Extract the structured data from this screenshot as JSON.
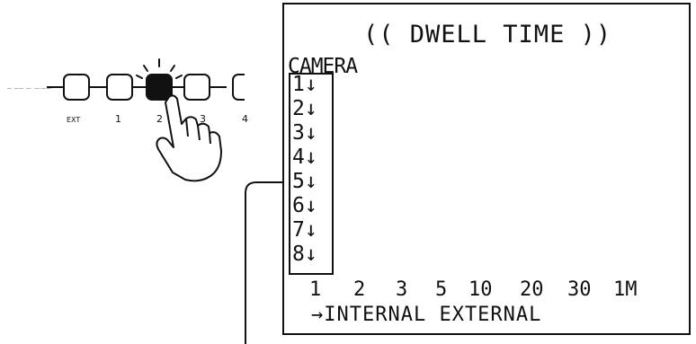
{
  "buttons": {
    "strip_label": "— —— —· —·——·",
    "labels": [
      "EXT",
      "1",
      "2",
      "3",
      "4"
    ]
  },
  "screen": {
    "title": "(( DWELL TIME ))",
    "camera_header": "CAMERA",
    "cameras": [
      "1↓",
      "2↓",
      "3↓",
      "4↓",
      "5↓",
      "6↓",
      "7↓",
      "8↓"
    ],
    "dwell_times": [
      "1",
      "2",
      "3",
      "5",
      "10",
      "20",
      "30",
      "1M"
    ],
    "mode_line": "→INTERNAL  EXTERNAL"
  },
  "colors": {
    "ink": "#111111",
    "background": "#ffffff"
  },
  "icons": [
    "pointing-hand-icon",
    "blink-rays-icon"
  ]
}
